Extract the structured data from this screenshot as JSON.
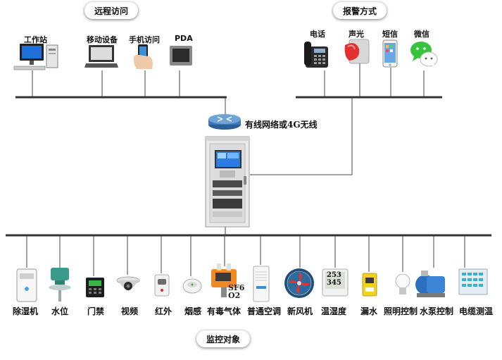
{
  "remote_access": {
    "title": "远程访问",
    "items": [
      "工作站",
      "移动设备",
      "手机访问",
      "PDA"
    ]
  },
  "alarm_methods": {
    "title": "报警方式",
    "items": [
      "电话",
      "声光",
      "短信",
      "微信"
    ]
  },
  "network_label": "有线网络或4G无线",
  "monitoring": {
    "title": "监控对象",
    "items": [
      "除湿机",
      "水位",
      "门禁",
      "视频",
      "红外",
      "烟感",
      "有毒气体",
      "普通空调",
      "新风机",
      "温湿度",
      "漏水",
      "照明控制",
      "水泵控制",
      "电缆测温"
    ]
  },
  "device_readouts": {
    "gas_detector_text": [
      "SF6",
      "O2"
    ],
    "thermo_display": [
      "253",
      "345"
    ]
  }
}
